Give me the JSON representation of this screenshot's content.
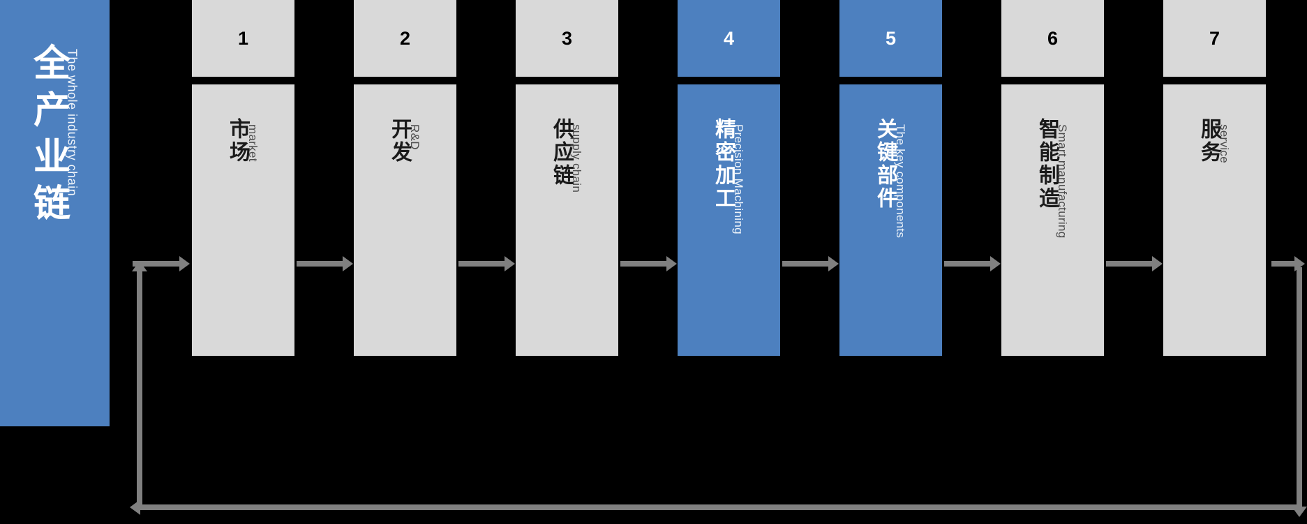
{
  "title_panel": {
    "cn": "全产业链",
    "en": "The whole industry chain",
    "color": "#4d80bf"
  },
  "colors": {
    "accent": "#4d80bf",
    "neutral": "#d9d9d9",
    "background": "#000000",
    "connector": "#808080",
    "text_dark": "#1a1a1a",
    "text_light": "#ffffff"
  },
  "stages": [
    {
      "number": "1",
      "cn": "市场",
      "en": "market",
      "highlighted": false
    },
    {
      "number": "2",
      "cn": "开发",
      "en": "R&D",
      "highlighted": false
    },
    {
      "number": "3",
      "cn": "供应链",
      "en": "supply chain",
      "highlighted": false
    },
    {
      "number": "4",
      "cn": "精密加工",
      "en": "Precision Machining",
      "highlighted": true
    },
    {
      "number": "5",
      "cn": "关键部件",
      "en": "The key components",
      "highlighted": true
    },
    {
      "number": "6",
      "cn": "智能制造",
      "en": "Smart manufacturing",
      "highlighted": false
    },
    {
      "number": "7",
      "cn": "服务",
      "en": "service",
      "highlighted": false
    }
  ],
  "connectors": {
    "forward_arrow_name": "forward-arrow",
    "feedback_loop_name": "feedback-loop"
  }
}
